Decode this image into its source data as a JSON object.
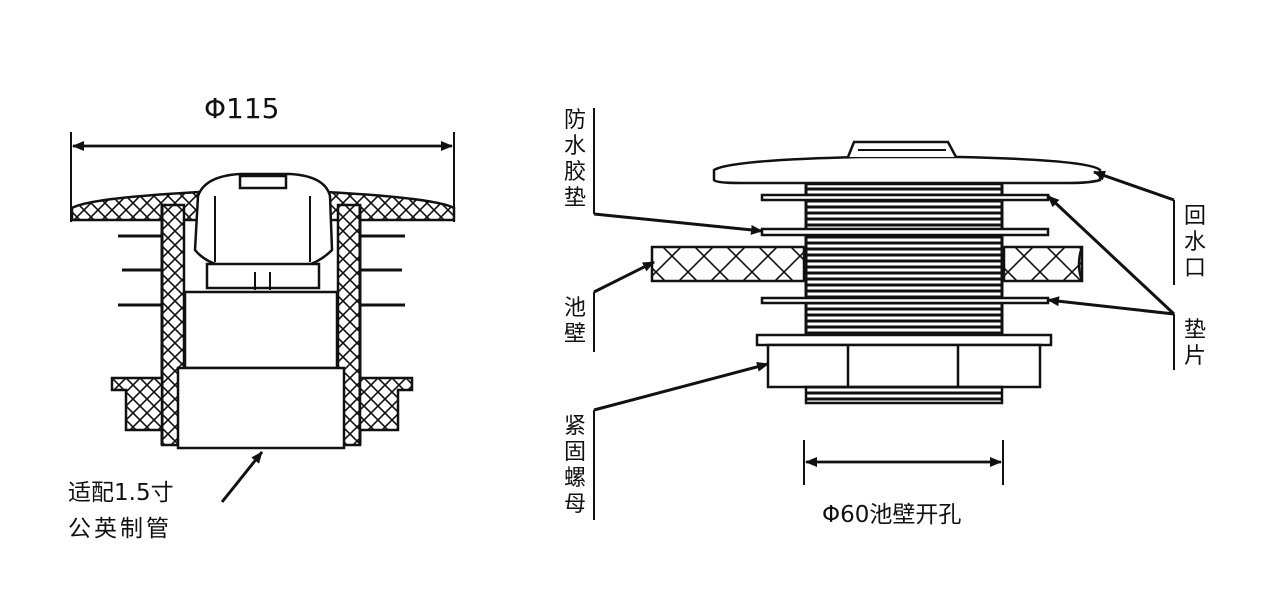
{
  "left_view": {
    "diameter_label": "Φ115",
    "pipe_label_line1": "适配1.5寸",
    "pipe_label_line2": "公英制管"
  },
  "right_view": {
    "gasket_label": "防水胶垫",
    "wall_label": "池壁",
    "nut_label": "紧固螺母",
    "outlet_label": "回水口",
    "washer_label": "垫片",
    "hole_label": "Φ60池壁开孔"
  }
}
